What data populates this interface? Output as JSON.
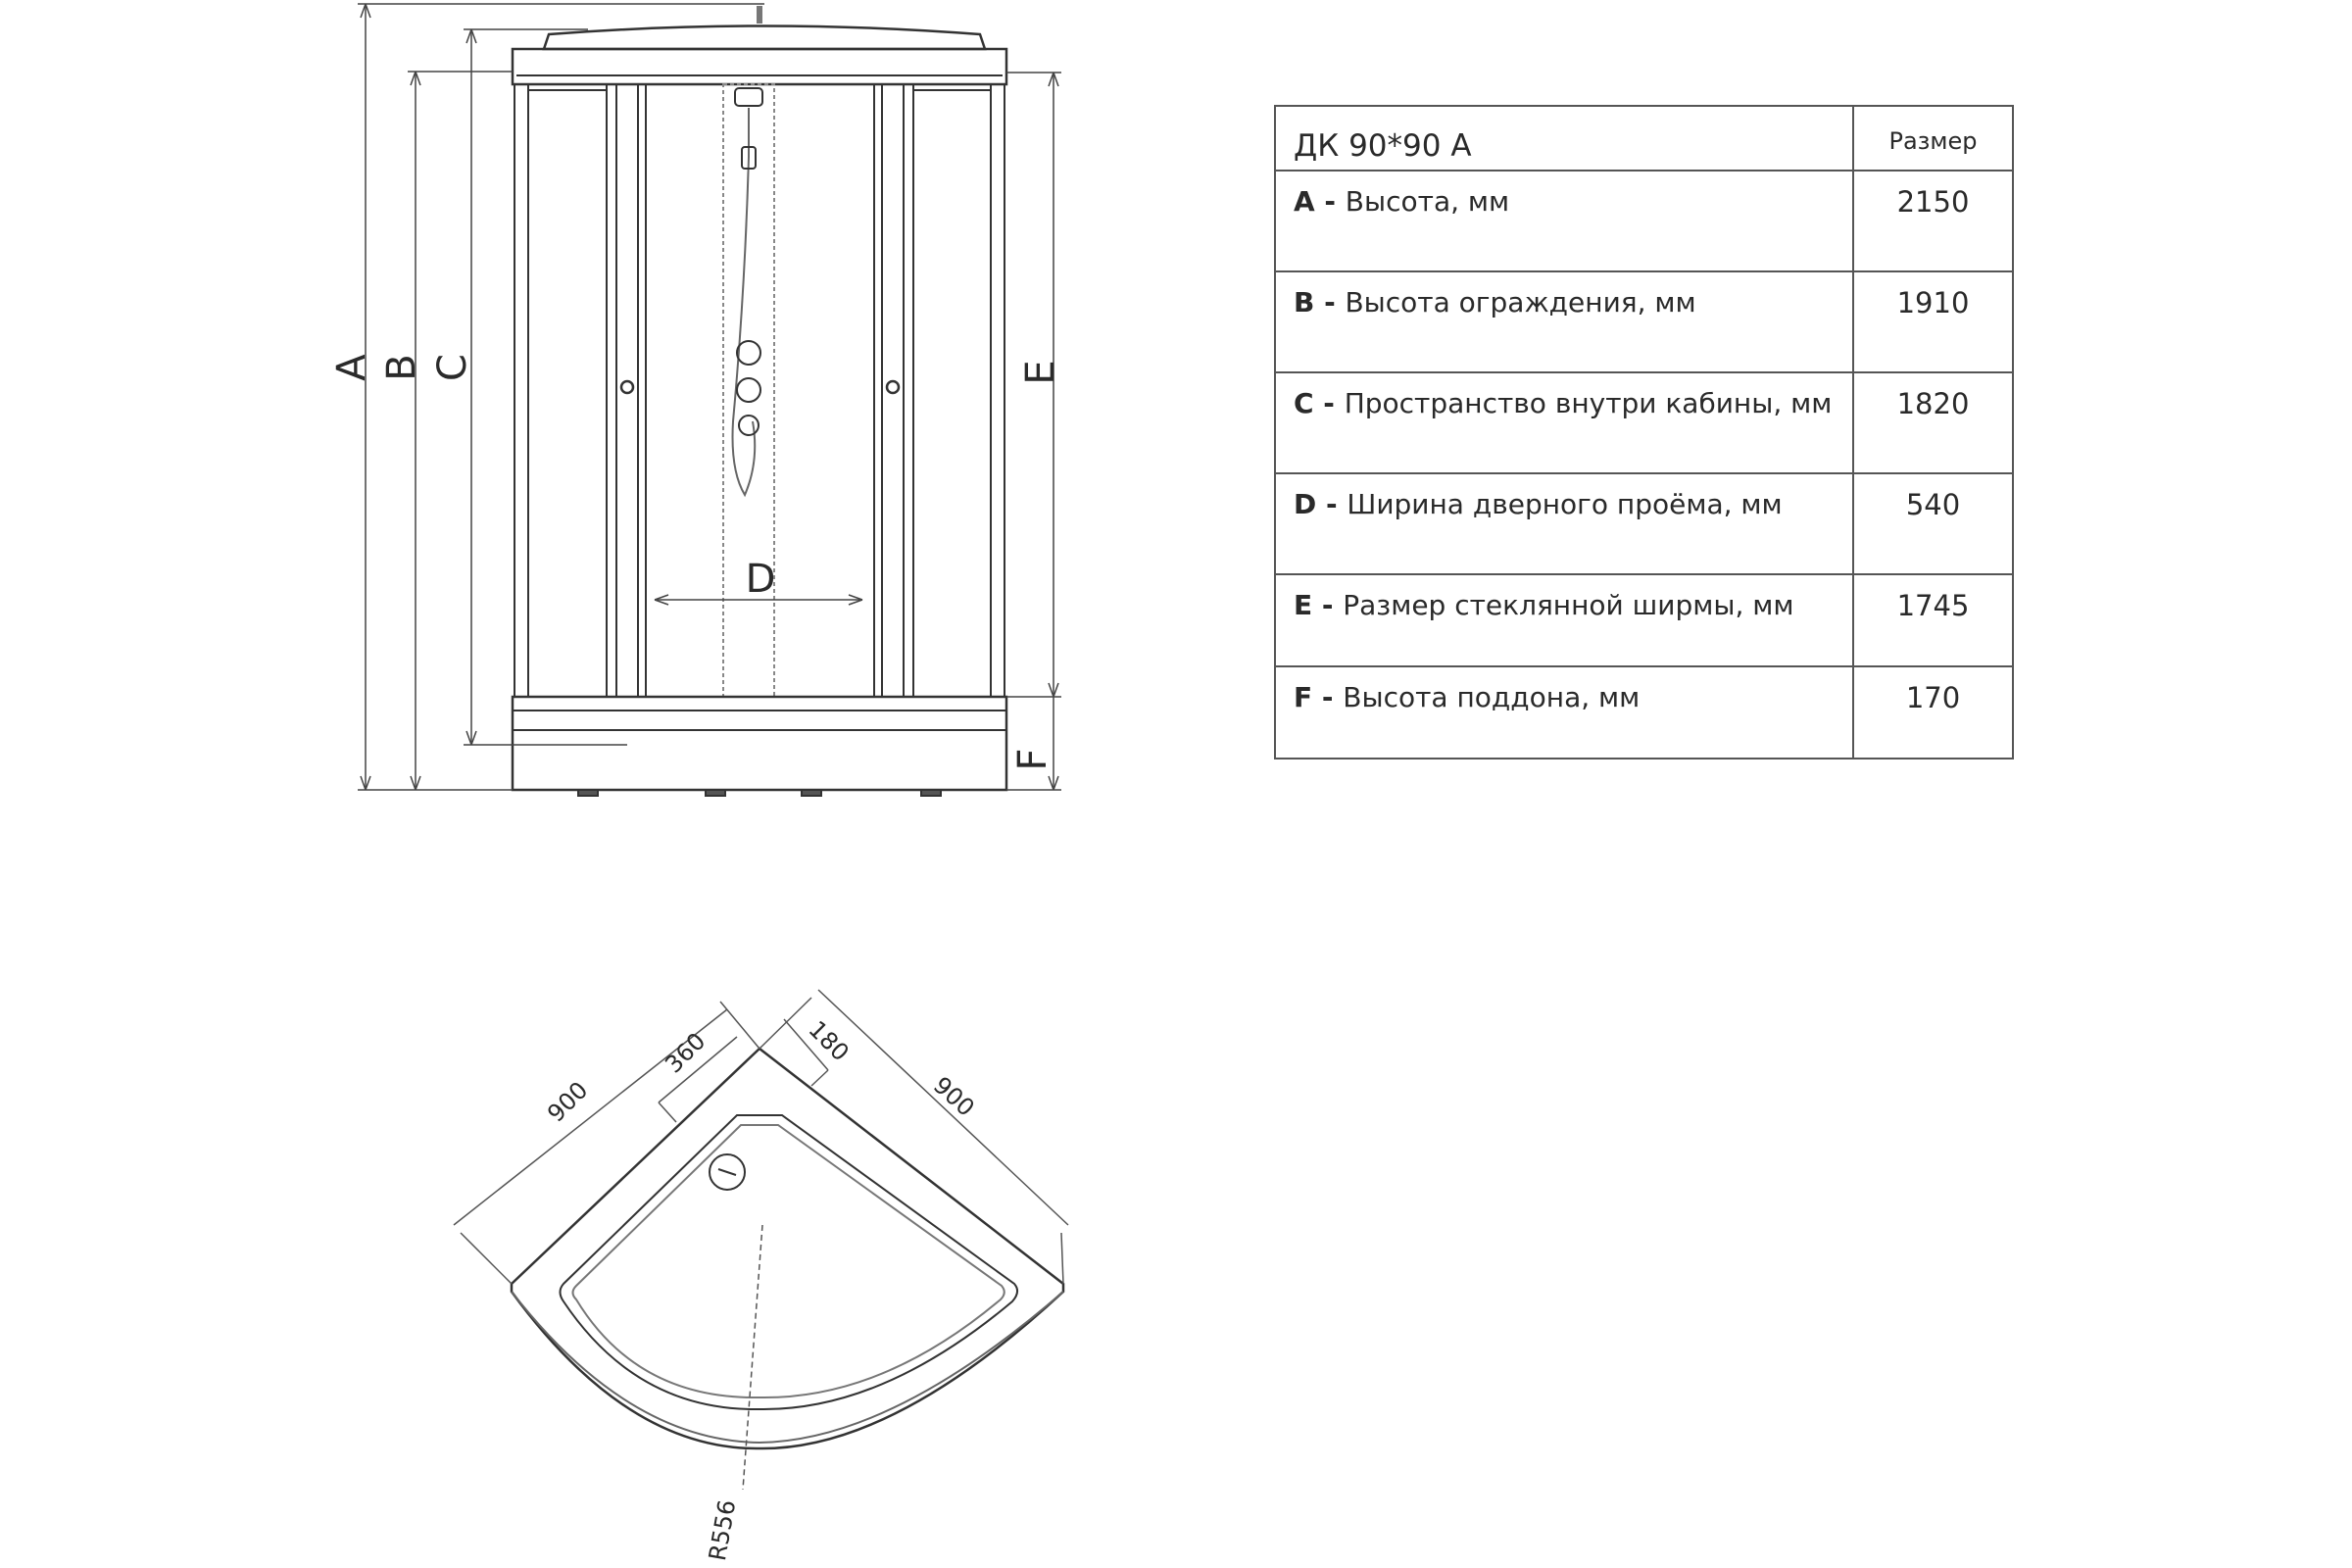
{
  "elevation": {
    "dimension_letters": [
      "A",
      "B",
      "C",
      "D",
      "E",
      "F"
    ]
  },
  "plan": {
    "dim_labels": {
      "width_left": "900",
      "width_right": "900",
      "offset_left": "360",
      "offset_right": "180",
      "radius": "R556"
    }
  },
  "table": {
    "title": "ДК  90*90 А",
    "size_header": "Размер",
    "rows": [
      {
        "letter": "A",
        "label": "Высота, мм",
        "value": "2150"
      },
      {
        "letter": "B",
        "label": "Высота ограждения, мм",
        "value": "1910"
      },
      {
        "letter": "C",
        "label": "Пространство внутри кабины, мм",
        "value": "1820"
      },
      {
        "letter": "D",
        "label": "Ширина дверного проёма, мм",
        "value": "540"
      },
      {
        "letter": "E",
        "label": "Размер стеклянной ширмы, мм",
        "value": "1745"
      },
      {
        "letter": "F",
        "label": "Высота поддона, мм",
        "value": "170"
      }
    ]
  }
}
